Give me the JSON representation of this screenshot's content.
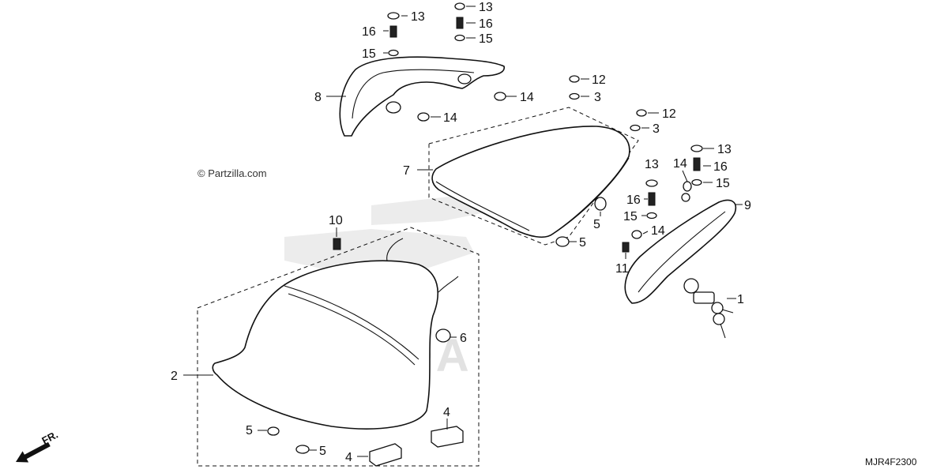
{
  "watermark": "© Partzilla.com",
  "diagram_code": "MJR4F2300",
  "direction_label": "FR.",
  "background_logo": "HONDA",
  "callouts": {
    "c1": "1",
    "c2": "2",
    "c3a": "3",
    "c3b": "3",
    "c4a": "4",
    "c4b": "4",
    "c5a": "5",
    "c5b": "5",
    "c5c": "5",
    "c5d": "5",
    "c6": "6",
    "c7": "7",
    "c8": "8",
    "c9": "9",
    "c10": "10",
    "c11": "11",
    "c12a": "12",
    "c12b": "12",
    "c13a": "13",
    "c13b": "13",
    "c13c": "13",
    "c13d": "13",
    "c14a": "14",
    "c14b": "14",
    "c14c": "14",
    "c14d": "14",
    "c15a": "15",
    "c15b": "15",
    "c15c": "15",
    "c15d": "15",
    "c16a": "16",
    "c16b": "16",
    "c16c": "16",
    "c16d": "16"
  }
}
